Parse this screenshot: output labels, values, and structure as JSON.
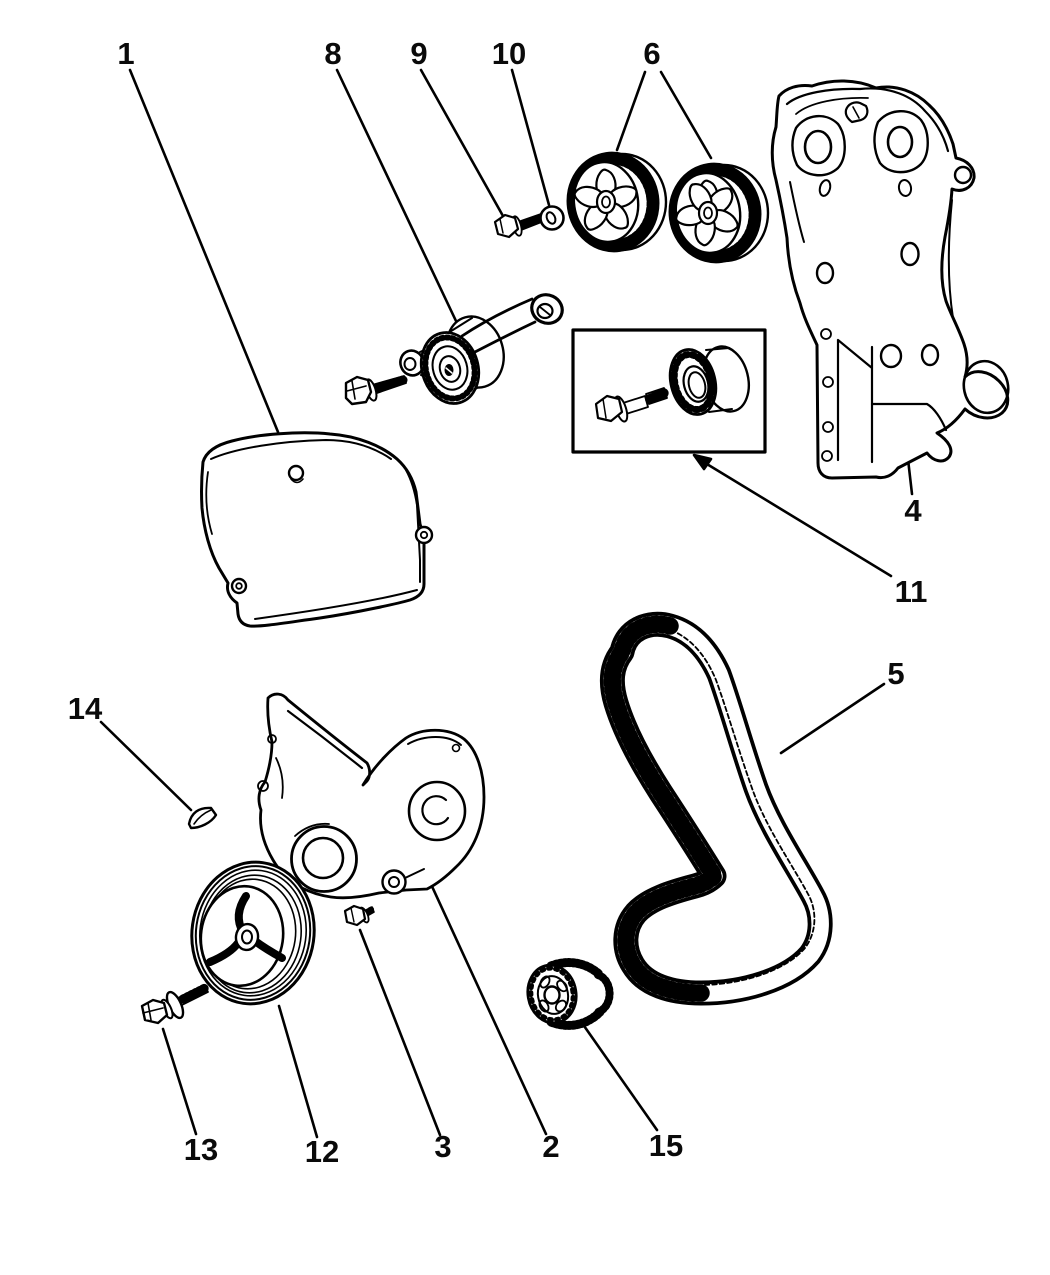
{
  "background_color": "#ffffff",
  "line_color": "#000000",
  "diagram_type": "exploded-parts-line-drawing",
  "callouts": [
    {
      "label": "1"
    },
    {
      "label": "2"
    },
    {
      "label": "3"
    },
    {
      "label": "4"
    },
    {
      "label": "5"
    },
    {
      "label": "6"
    },
    {
      "label": "8"
    },
    {
      "label": "9"
    },
    {
      "label": "10"
    },
    {
      "label": "11"
    },
    {
      "label": "12"
    },
    {
      "label": "13"
    },
    {
      "label": "14"
    },
    {
      "label": "15"
    }
  ]
}
